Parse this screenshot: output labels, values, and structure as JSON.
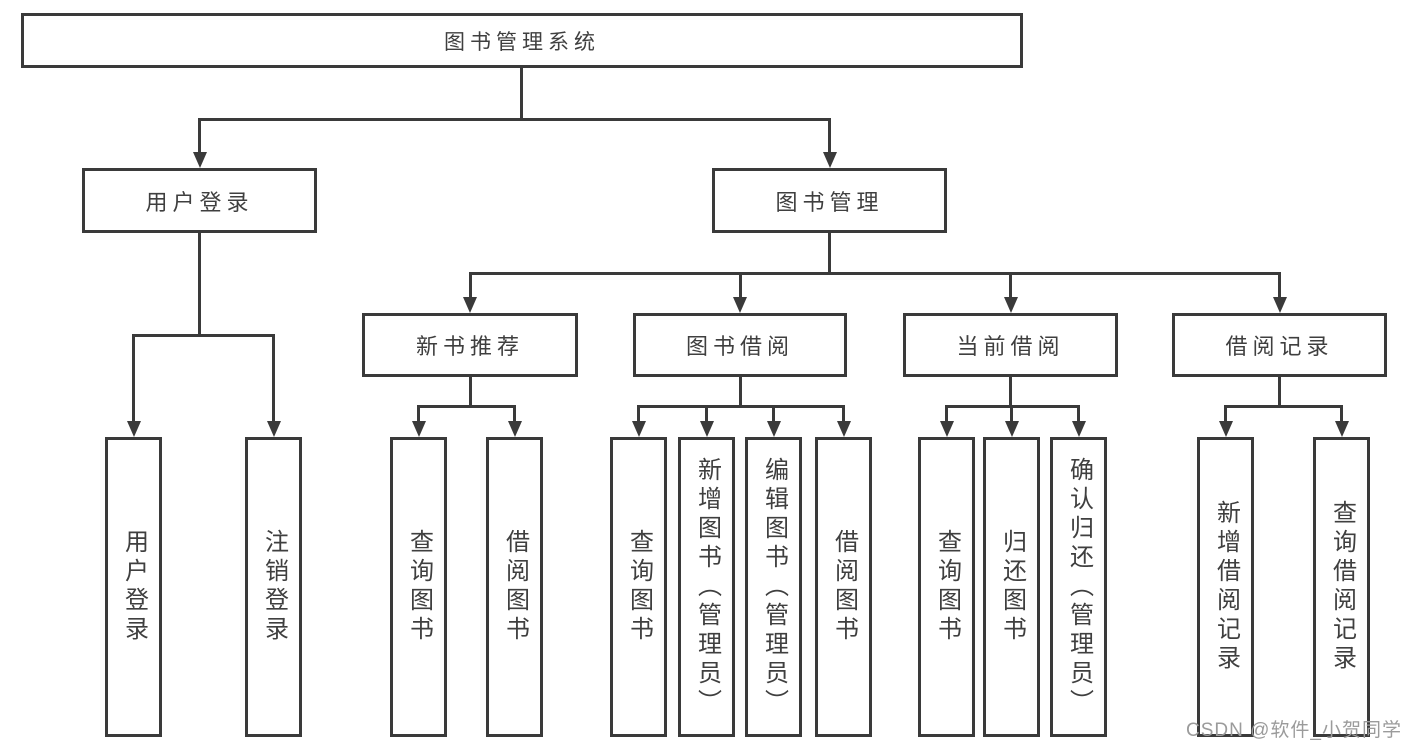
{
  "tree": {
    "root": {
      "label": "图书管理系统",
      "children": [
        {
          "label": "用户登录",
          "children": [
            {
              "label": "用户登录"
            },
            {
              "label": "注销登录"
            }
          ]
        },
        {
          "label": "图书管理",
          "children": [
            {
              "label": "新书推荐",
              "children": [
                {
                  "label": "查询图书"
                },
                {
                  "label": "借阅图书"
                }
              ]
            },
            {
              "label": "图书借阅",
              "children": [
                {
                  "label": "查询图书"
                },
                {
                  "label": "新增图书（管理员）"
                },
                {
                  "label": "编辑图书（管理员）"
                },
                {
                  "label": "借阅图书"
                }
              ]
            },
            {
              "label": "当前借阅",
              "children": [
                {
                  "label": "查询图书"
                },
                {
                  "label": "归还图书"
                },
                {
                  "label": "确认归还（管理员）"
                }
              ]
            },
            {
              "label": "借阅记录",
              "children": [
                {
                  "label": "新增借阅记录"
                },
                {
                  "label": "查询借阅记录"
                }
              ]
            }
          ]
        }
      ]
    }
  },
  "watermark": "CSDN @软件_小贺同学",
  "colors": {
    "line": "#3a3a3a",
    "text": "#3f3f3f",
    "watermark": "#9b9b9b",
    "background": "#ffffff"
  }
}
